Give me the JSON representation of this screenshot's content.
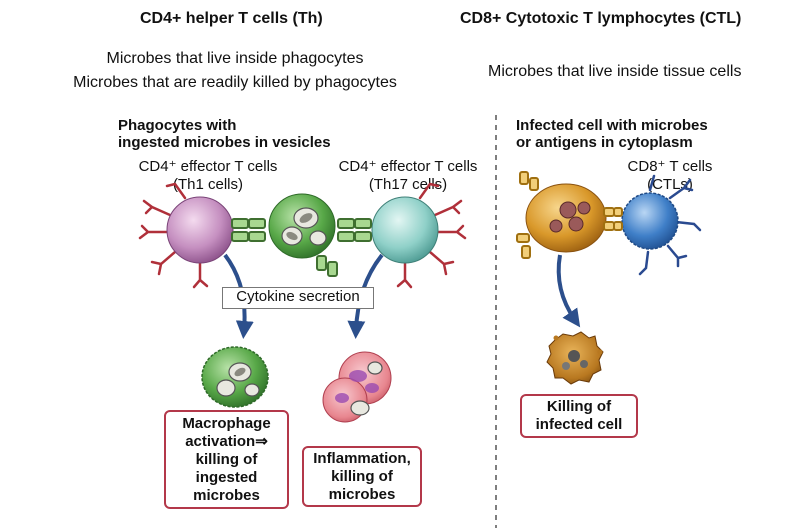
{
  "left": {
    "header": "CD4+ helper T cells (Th)",
    "subtitle_lines": [
      "Microbes that live inside phagocytes",
      "Microbes that are readily killed by phagocytes"
    ],
    "section_title_lines": [
      "Phagocytes with",
      "ingested microbes in vesicles"
    ],
    "th1_label_lines": [
      "CD4⁺ effector T cells",
      "(Th1 cells)"
    ],
    "th17_label_lines": [
      "CD4⁺ effector T cells",
      "(Th17 cells)"
    ],
    "cytokine_label": "Cytokine secretion",
    "macrophage_box_lines": [
      "Macrophage",
      "activation⇒",
      "killing of",
      "ingested",
      "microbes"
    ],
    "inflammation_box_lines": [
      "Inflammation,",
      "killing of",
      "microbes"
    ]
  },
  "right": {
    "header": "CD8+ Cytotoxic T lymphocytes (CTL)",
    "subtitle": "Microbes that live inside tissue cells",
    "section_title_lines": [
      "Infected cell with microbes",
      "or antigens in cytoplasm"
    ],
    "ctl_label_lines": [
      "CD8⁺ T cells",
      "(CTLs)"
    ],
    "killing_box_lines": [
      "Killing of",
      "infected cell"
    ]
  },
  "colors": {
    "box_border": "#b3384a",
    "arrow": "#2c4f8c",
    "th1_cell": "#c58fc0",
    "th17_cell": "#8fd0c8",
    "macrophage": "#58a848",
    "infected_cell": "#d9982a",
    "ctl_cell": "#3f7fc8",
    "receptor": "#b0303a"
  }
}
